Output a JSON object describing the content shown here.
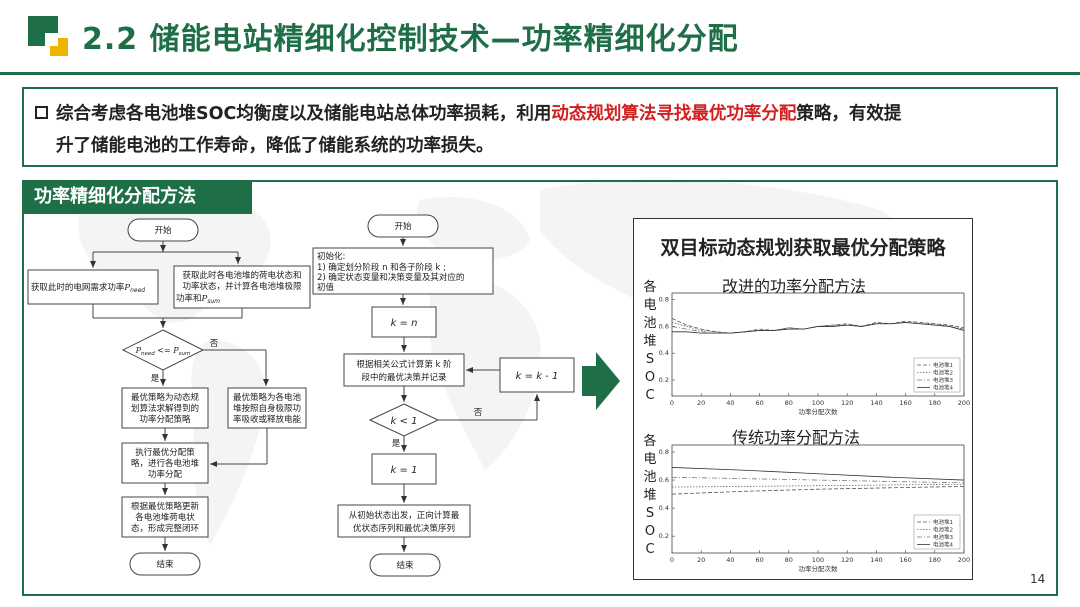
{
  "header": {
    "title": "2.2 储能电站精细化控制技术—功率精细化分配"
  },
  "intro": {
    "text_a": "综合考虑各电池堆SOC均衡度以及储能电站总体功率损耗，利用",
    "text_red": "动态规划算法寻找最优功率分配",
    "text_b": "策略，有效提",
    "text_c": "升了储能电池的工作寿命，降低了储能系统的功率损失。"
  },
  "method": {
    "title": "功率精细化分配方法"
  },
  "flow1": {
    "start": "开始",
    "get_demand": "获取此时的电网需求功率",
    "get_demand_var": "P",
    "get_demand_sub": "need",
    "get_state_1": "获取此时各电池堆的荷电状态和",
    "get_state_2": "功率状态，并计算各电池堆极限",
    "get_state_3": "功率和",
    "get_state_var": "P",
    "get_state_sub": "sum",
    "cond": "P",
    "cond_sub1": "need",
    "cond_op": " <= P",
    "cond_sub2": "sum",
    "no": "否",
    "yes": "是",
    "dp_1": "最优策略为动态规",
    "dp_2": "划算法求解得到的",
    "dp_3": "功率分配策略",
    "limit_1": "最优策略为各电池",
    "limit_2": "堆按照自身极限功",
    "limit_3": "率吸收或释放电能",
    "exec_1": "执行最优分配策",
    "exec_2": "略，进行各电池堆",
    "exec_3": "功率分配",
    "update_1": "根据最优策略更新",
    "update_2": "各电池堆荷电状",
    "update_3": "态，形成完整闭环",
    "end": "结束"
  },
  "flow2": {
    "start": "开始",
    "init_1": "初始化:",
    "init_2": "1) 确定划分阶段 n 和各子阶段 k ;",
    "init_3": "2) 确定状态变量和决策变量及其对应的",
    "init_4": "初值",
    "k_eq_n": "k = n",
    "calc_1": "根据相关公式计算第 k 阶",
    "calc_2": "段中的最优决策并记录",
    "k_dec": "k = k - 1",
    "cond": "k < 1",
    "no": "否",
    "yes": "是",
    "k_eq_1": "k = 1",
    "back_1": "从初始状态出发，正向计算最",
    "back_2": "优状态序列和最优决策序列",
    "end": "结束"
  },
  "result": {
    "title": "双目标动态规划获取最优分配策略",
    "chart1_title": "改进的功率分配方法",
    "chart2_title": "传统功率分配方法",
    "ylabel_chars": [
      "各",
      "电",
      "池",
      "堆",
      "S",
      "O",
      "C"
    ],
    "xlabel": "功率分配次数"
  },
  "chart_data": [
    {
      "type": "line",
      "title": "改进的功率分配方法",
      "xlabel": "功率分配次数",
      "ylabel": "各电池堆SOC",
      "x_ticks": [
        0,
        20,
        40,
        60,
        80,
        100,
        120,
        140,
        160,
        180,
        200
      ],
      "y_ticks": [
        0.2,
        0.4,
        0.6,
        0.8
      ],
      "xlim": [
        0,
        200
      ],
      "ylim": [
        0.08,
        0.85
      ],
      "legend_position": "bottom-right",
      "x": [
        0,
        10,
        20,
        30,
        40,
        50,
        60,
        70,
        80,
        90,
        100,
        110,
        120,
        130,
        140,
        150,
        160,
        170,
        180,
        190,
        200
      ],
      "series": [
        {
          "name": "电池堆1",
          "values": [
            0.66,
            0.61,
            0.58,
            0.56,
            0.55,
            0.56,
            0.58,
            0.57,
            0.59,
            0.58,
            0.6,
            0.61,
            0.62,
            0.6,
            0.63,
            0.62,
            0.64,
            0.63,
            0.62,
            0.61,
            0.59
          ]
        },
        {
          "name": "电池堆2",
          "values": [
            0.63,
            0.6,
            0.57,
            0.56,
            0.55,
            0.56,
            0.57,
            0.57,
            0.59,
            0.58,
            0.6,
            0.61,
            0.61,
            0.6,
            0.62,
            0.62,
            0.63,
            0.62,
            0.62,
            0.6,
            0.58
          ]
        },
        {
          "name": "电池堆3",
          "values": [
            0.6,
            0.58,
            0.56,
            0.55,
            0.55,
            0.56,
            0.57,
            0.57,
            0.58,
            0.58,
            0.6,
            0.6,
            0.61,
            0.6,
            0.62,
            0.62,
            0.63,
            0.62,
            0.61,
            0.6,
            0.58
          ]
        },
        {
          "name": "电池堆4",
          "values": [
            0.56,
            0.56,
            0.55,
            0.55,
            0.55,
            0.56,
            0.57,
            0.57,
            0.58,
            0.58,
            0.6,
            0.6,
            0.61,
            0.6,
            0.62,
            0.62,
            0.63,
            0.62,
            0.61,
            0.6,
            0.57
          ]
        }
      ]
    },
    {
      "type": "line",
      "title": "传统功率分配方法",
      "xlabel": "功率分配次数",
      "ylabel": "各电池堆SOC",
      "x_ticks": [
        0,
        20,
        40,
        60,
        80,
        100,
        120,
        140,
        160,
        180,
        200
      ],
      "y_ticks": [
        0.2,
        0.4,
        0.6,
        0.8
      ],
      "xlim": [
        0,
        200
      ],
      "ylim": [
        0.08,
        0.85
      ],
      "legend_position": "bottom-right",
      "x": [
        0,
        50,
        100,
        150,
        200
      ],
      "series": [
        {
          "name": "电池堆1",
          "values": [
            0.5,
            0.52,
            0.535,
            0.545,
            0.555
          ]
        },
        {
          "name": "电池堆2",
          "values": [
            0.55,
            0.555,
            0.56,
            0.565,
            0.57
          ]
        },
        {
          "name": "电池堆3",
          "values": [
            0.62,
            0.61,
            0.6,
            0.59,
            0.58
          ]
        },
        {
          "name": "电池堆4",
          "values": [
            0.69,
            0.67,
            0.645,
            0.62,
            0.6
          ]
        }
      ]
    }
  ],
  "page_number": "14",
  "colors": {
    "brand": "#1e6e48",
    "accent_red": "#d1201f",
    "accent_yellow": "#f0b400"
  }
}
